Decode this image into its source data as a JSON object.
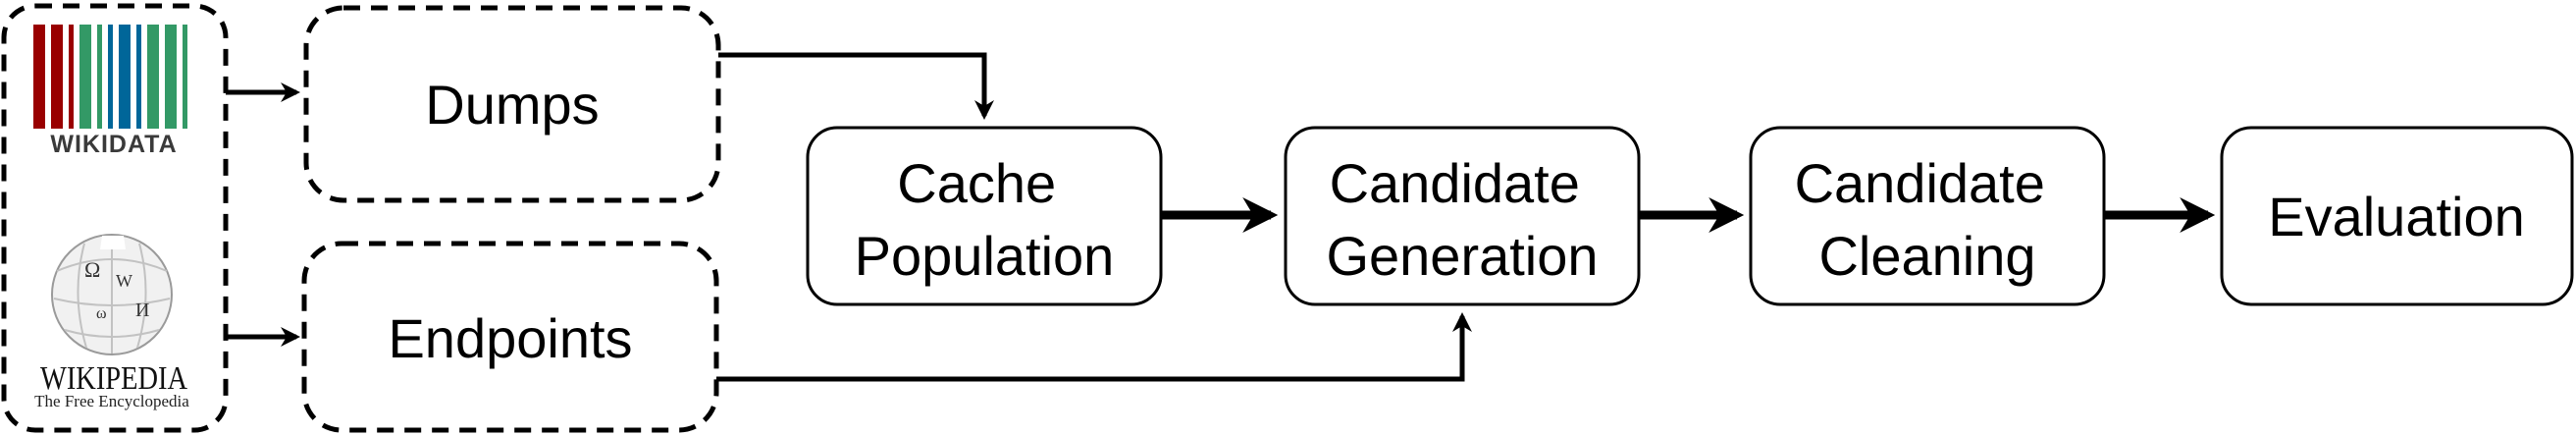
{
  "sources": {
    "wikidata_label": "WIKIDATA",
    "wikipedia_label": "WIKIPEDIA",
    "wikipedia_tagline": "The Free Encyclopedia"
  },
  "access": {
    "dumps": "Dumps",
    "endpoints": "Endpoints"
  },
  "pipeline": {
    "cache_population": [
      "Cache",
      "Population"
    ],
    "candidate_generation": [
      "Candidate",
      "Generation"
    ],
    "candidate_cleaning": [
      "Candidate",
      "Cleaning"
    ],
    "evaluation": "Evaluation"
  },
  "colors": {
    "stroke": "#000000",
    "wikidata_red": "#990000",
    "wikidata_green": "#339966",
    "wikidata_blue": "#006699"
  },
  "icons": [
    "wikidata-logo-icon",
    "wikipedia-globe-icon"
  ]
}
